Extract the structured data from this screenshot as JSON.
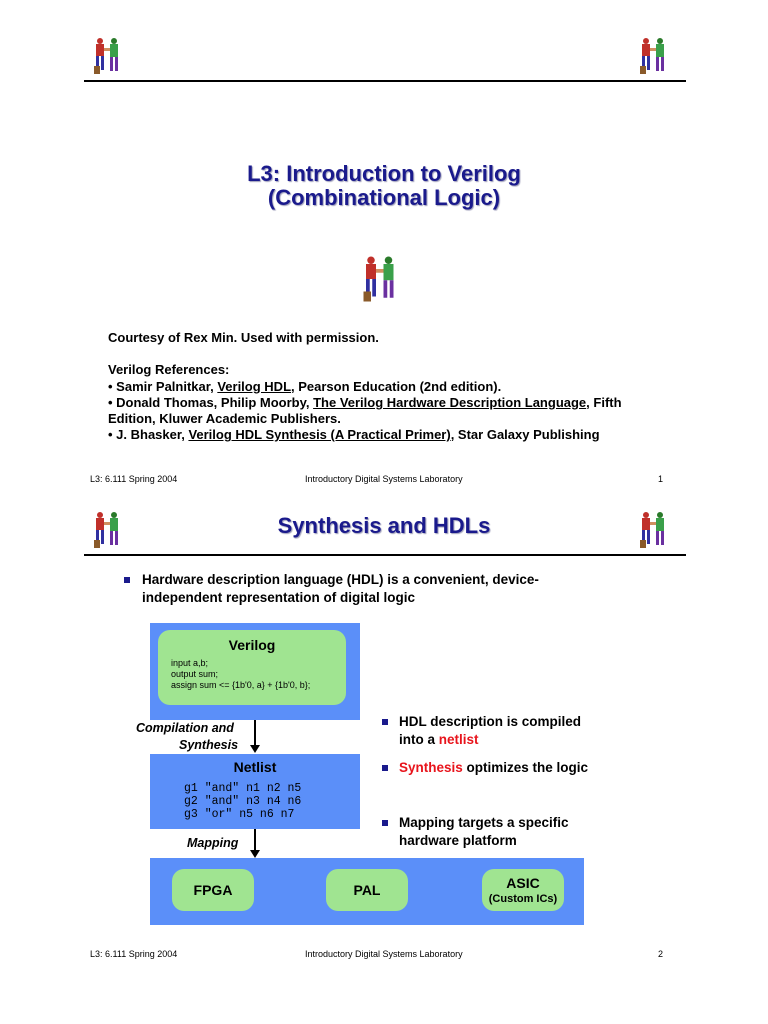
{
  "slide1": {
    "title_line1": "L3: Introduction to Verilog",
    "title_line2": "(Combinational Logic)",
    "courtesy": "Courtesy of Rex Min. Used with permission.",
    "refs_heading": "Verilog References:",
    "ref1_pre": "• Samir Palnitkar, ",
    "ref1_title": "Verilog HDL",
    "ref1_post": ", Pearson Education (2nd edition).",
    "ref2_pre": "• Donald Thomas, Philip Moorby, ",
    "ref2_title": "The Verilog Hardware Description Language",
    "ref2_post": ", Fifth",
    "ref2_line2": "Edition, Kluwer Academic Publishers.",
    "ref3_pre": "• J. Bhasker, ",
    "ref3_title": "Verilog HDL Synthesis (A Practical Primer)",
    "ref3_post": ", Star Galaxy Publishing",
    "footer_left": "L3: 6.111 Spring 2004",
    "footer_center": "Introductory Digital Systems Laboratory",
    "footer_page": "1"
  },
  "slide2": {
    "title": "Synthesis and HDLs",
    "bullet1_line1": "Hardware description language (HDL) is a convenient, device-",
    "bullet1_line2": "independent representation of digital logic",
    "verilog_label": "Verilog",
    "verilog_code1": "input a,b;",
    "verilog_code2": "output sum;",
    "verilog_code3": "assign sum <= {1b'0, a} + {1b'0, b};",
    "compile_label1": "Compilation and",
    "compile_label2": "Synthesis",
    "netlist_label": "Netlist",
    "netlist_line1": "g1 \"and\" n1 n2 n5",
    "netlist_line2": "g2 \"and\" n3 n4 n6",
    "netlist_line3": "g3 \"or\" n5 n6 n7",
    "mapping_label": "Mapping",
    "fpga_label": "FPGA",
    "pal_label": "PAL",
    "asic_label": "ASIC",
    "asic_sub": "(Custom ICs)",
    "bullet2_line1": "HDL description is compiled",
    "bullet2_line2_pre": "into a ",
    "bullet2_line2_red": "netlist",
    "bullet3_red": "Synthesis",
    "bullet3_rest": " optimizes the logic",
    "bullet4_line1": "Mapping targets a specific",
    "bullet4_line2": "hardware platform",
    "footer_left": "L3: 6.111 Spring 2004",
    "footer_center": "Introductory Digital Systems Laboratory",
    "footer_page": "2"
  },
  "colors": {
    "title": "#1a1a8c",
    "box_blue": "#5b8ff9",
    "box_green": "#a0e491",
    "highlight_red": "#e8141c"
  },
  "icons": [
    "two-engineers-logo-icon"
  ]
}
